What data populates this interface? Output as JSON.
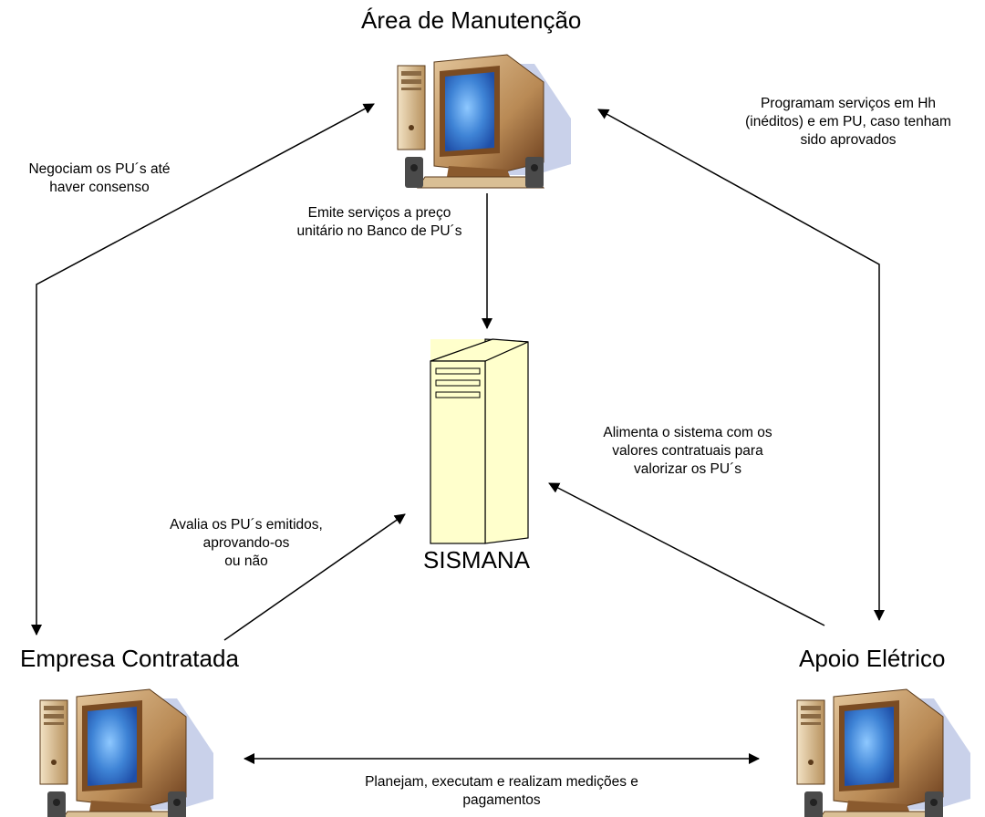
{
  "nodes": {
    "maintenance": {
      "title": "Área de Manutenção",
      "icon": "desktop-computer-icon"
    },
    "contractor": {
      "title": "Empresa Contratada",
      "icon": "desktop-computer-icon"
    },
    "electrical": {
      "title": "Apoio Elétrico",
      "icon": "desktop-computer-icon"
    },
    "server": {
      "title": "SISMANA",
      "icon": "server-tower-icon"
    }
  },
  "edges": {
    "negotiate": {
      "line1": "Negociam os PU´s até",
      "line2": "haver consenso"
    },
    "emit": {
      "line1": "Emite serviços a preço",
      "line2": "unitário no Banco de PU´s"
    },
    "schedule": {
      "line1": "Programam serviços em Hh",
      "line2": "(inéditos) e em PU, caso tenham",
      "line3": "sido aprovados"
    },
    "feed": {
      "line1": "Alimenta o sistema com os",
      "line2": "valores contratuais para",
      "line3": "valorizar os PU´s"
    },
    "evaluate": {
      "line1": "Avalia os PU´s emitidos,",
      "line2": "aprovando-os",
      "line3": "ou não"
    },
    "plan": {
      "line1": "Planejam, executam e realizam medições e",
      "line2": "pagamentos"
    }
  },
  "colors": {
    "monitor_body": "#c8a57a",
    "monitor_dark": "#6b3d1c",
    "screen": "#3f84d6",
    "screen_glow": "#8ec8ff",
    "server_fill": "#ffffcc",
    "shadow": "#c9d1ea"
  }
}
